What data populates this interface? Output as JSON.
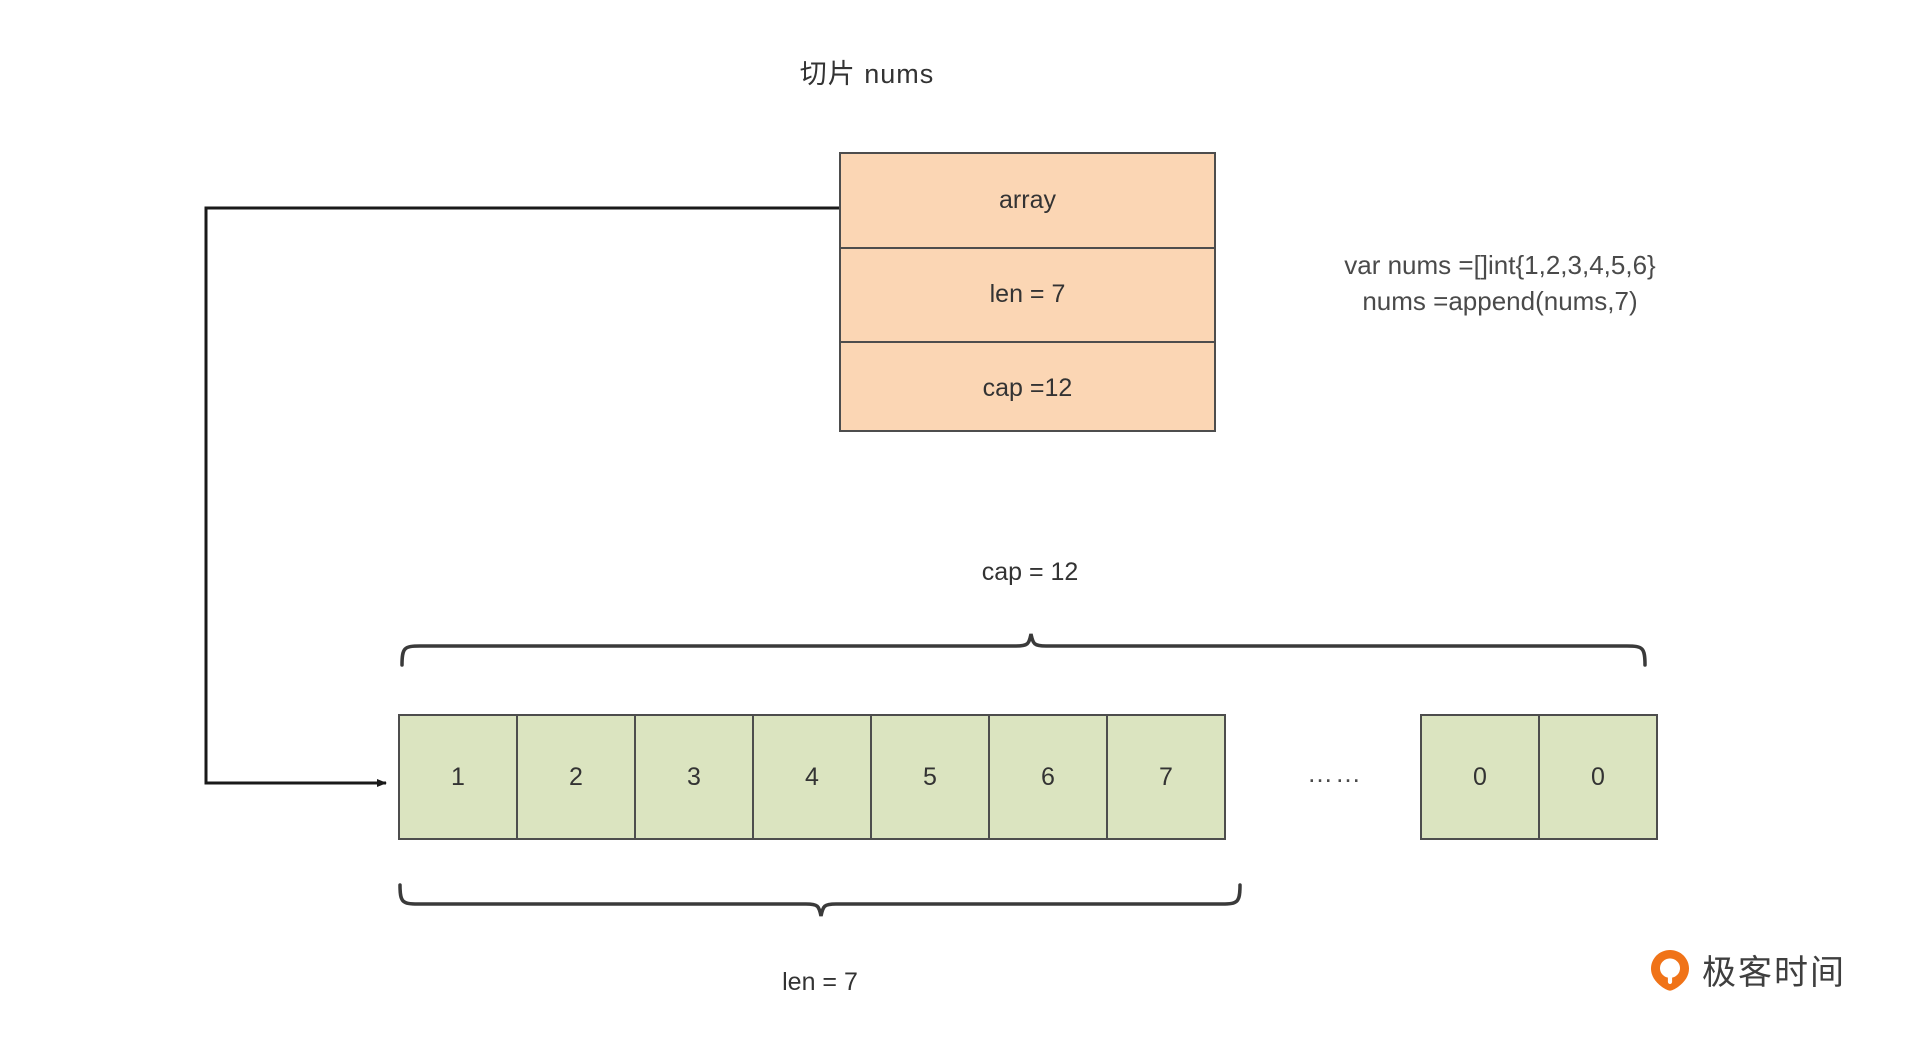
{
  "title": "切片 nums",
  "struct": {
    "name": "slice-header",
    "rows": [
      {
        "label": "array"
      },
      {
        "label": "len = 7"
      },
      {
        "label": "cap =12"
      }
    ]
  },
  "code": {
    "line1": "var nums =[]int{1,2,3,4,5,6}",
    "line2": "nums =append(nums,7)"
  },
  "braces": {
    "cap_label": "cap = 12",
    "len_label": "len = 7"
  },
  "array": {
    "used_cells": [
      "1",
      "2",
      "3",
      "4",
      "5",
      "6",
      "7"
    ],
    "ellipsis": "……",
    "tail_cells": [
      "0",
      "0"
    ]
  },
  "watermark": {
    "text": "极客时间",
    "icon": "geekbang-logo-icon"
  },
  "colors": {
    "struct_fill": "#fbd6b4",
    "cell_fill": "#dbe4c0",
    "stroke": "#4d4d4d",
    "text": "#333333",
    "logo_orange": "#f07318"
  }
}
